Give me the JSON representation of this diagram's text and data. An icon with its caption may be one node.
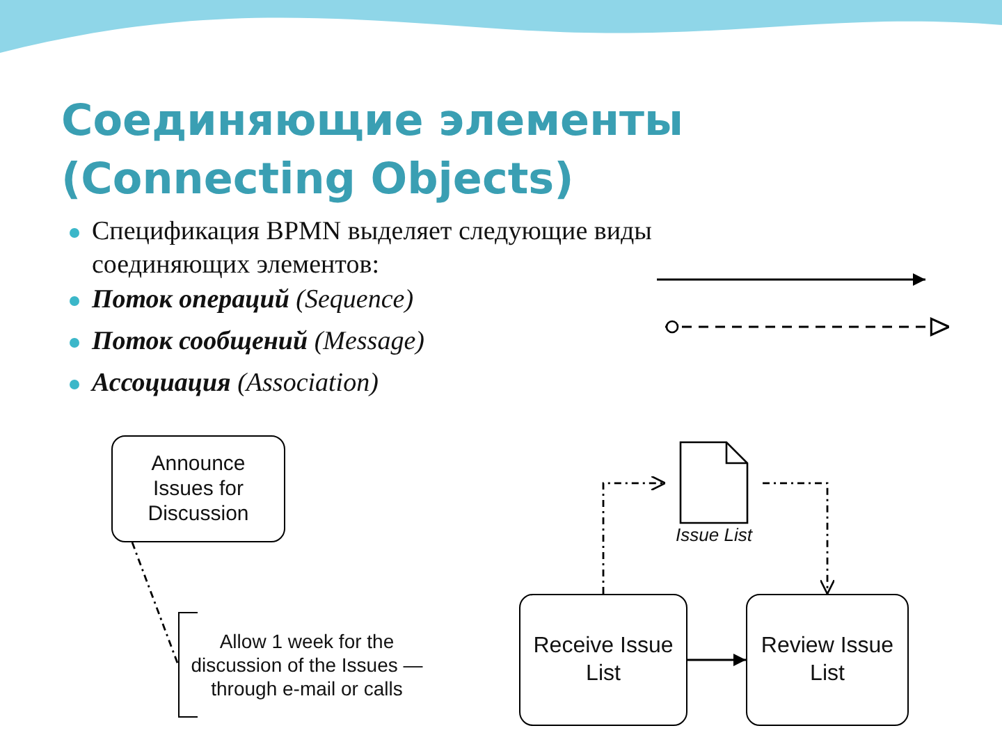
{
  "diagram": {
    "title": "Соединяющие элементы (Connecting Objects)",
    "nodes": [
      {
        "text": [
          "Announce Issues for Discussion"
        ]
      },
      {
        "text": [
          "Allow 1 week for the discussion of the Issues — through e-mail or calls"
        ]
      },
      {
        "text": [
          "Issue List"
        ]
      },
      {
        "text": [
          "Receive Issue List"
        ]
      },
      {
        "text": [
          "Review Issue List"
        ]
      }
    ],
    "edges": [
      {
        "from": 0,
        "to": 1,
        "arrow": "none",
        "style": "dashed"
      },
      {
        "from": 3,
        "to": 2,
        "arrow": "to",
        "style": "dashed"
      },
      {
        "from": 2,
        "to": 4,
        "arrow": "to",
        "style": "dashed"
      },
      {
        "from": 3,
        "to": 4,
        "arrow": "to"
      }
    ],
    "labels": [
      "Спецификация BPMN выделяет следующие виды соединяющих элементов:",
      "**Поток операций** (Sequence)",
      "**Поток сообщений** (Message)",
      "**Ассоциация** (Association)"
    ]
  }
}
